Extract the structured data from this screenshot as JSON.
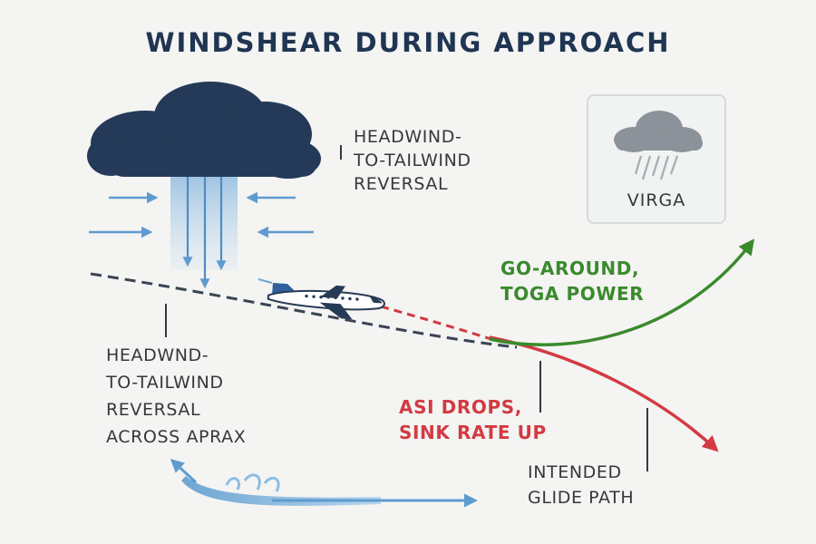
{
  "title": "WINDSHEAR DURING APPROACH",
  "labels": {
    "cloud_reversal": [
      "HEADWIND-",
      "TO-TAILWIND",
      "REVERSAL"
    ],
    "across_reversal": [
      "HEADWND-",
      "TO-TAILWIND",
      "REVERSAL",
      "ACROSS APRAX"
    ],
    "go_around": [
      "GO-AROUND,",
      "TOGA POWER"
    ],
    "asi_drops": [
      "ASI DROPS,",
      "SINK RATE UP"
    ],
    "intended_glide_path": [
      "INTENDED",
      "GLIDE PATH"
    ],
    "virga": "VIRGA"
  },
  "colors": {
    "cloud": "#243a58",
    "downdraft": "#6ea6d2",
    "wind_arrow": "#5f9bd0",
    "glide_path": "#3a4453",
    "sink_path": "#d33a42",
    "go_around": "#3a8a2e",
    "aircraft": "#ffffff"
  },
  "icons": [
    "storm-cloud-icon",
    "rain-cloud-icon",
    "aircraft-icon",
    "ground-wind-icon"
  ]
}
